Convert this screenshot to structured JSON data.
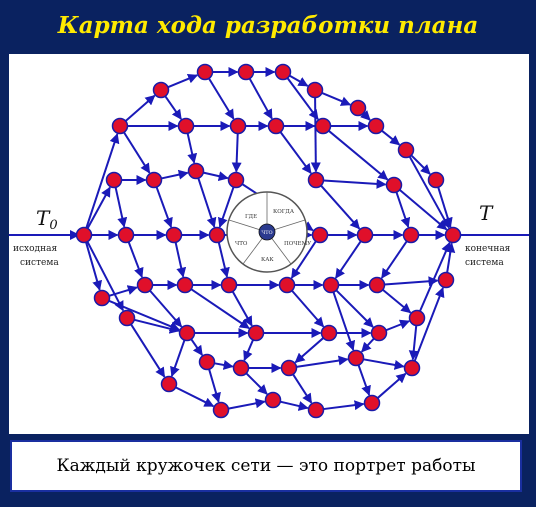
{
  "title": "Карта хода разработки плана",
  "caption": "Каждый кружочек сети — это портрет работы",
  "diagram": {
    "start_label": "T",
    "start_subscript": "0",
    "start_caption_line1": "исходная",
    "start_caption_line2": "система",
    "end_label": "T",
    "end_caption_line1": "конечная",
    "end_caption_line2": "система",
    "wheel": {
      "center": "ЧТО",
      "segments": [
        "ГДЕ",
        "КОГДА",
        "ПОЧЕМУ",
        "КАК",
        "ЧТО"
      ]
    }
  },
  "colors": {
    "background": "#0a2260",
    "title": "#ffea00",
    "node_fill": "#e0102a",
    "node_stroke": "#1a1aa8",
    "edge": "#1a1ab8",
    "wheel_center": "#2b3a8f"
  }
}
